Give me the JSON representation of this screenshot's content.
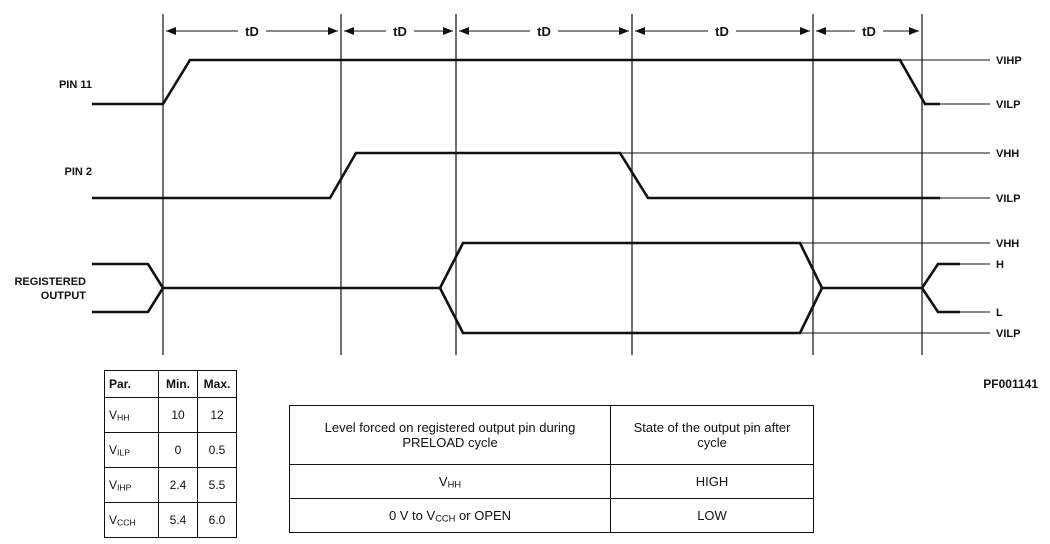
{
  "td_label": "tD",
  "signals": {
    "pin11": "PIN 11",
    "pin2": "PIN 2",
    "registered_line1": "REGISTERED",
    "registered_line2": "OUTPUT"
  },
  "levels": {
    "vihp": "VIHP",
    "vilp": "VILP",
    "vhh": "VHH",
    "high": "H",
    "low": "L"
  },
  "figure_code": "PF001141",
  "param_table": {
    "header": [
      "Par.",
      "Min.",
      "Max."
    ],
    "rows": [
      {
        "name": "V",
        "sub": "HH",
        "min": "10",
        "max": "12"
      },
      {
        "name": "V",
        "sub": "ILP",
        "min": "0",
        "max": "0.5"
      },
      {
        "name": "V",
        "sub": "IHP",
        "min": "2.4",
        "max": "5.5"
      },
      {
        "name": "V",
        "sub": "CCH",
        "min": "5.4",
        "max": "6.0"
      }
    ]
  },
  "preload_table": {
    "header_col1": "Level forced on registered output pin during PRELOAD cycle",
    "header_col2": "State of the output pin after cycle",
    "row1": {
      "col1_main": "V",
      "col1_sub": "HH",
      "col2": "HIGH"
    },
    "row2": {
      "col1_pre": "0 V to V",
      "col1_sub": "CCH",
      "col1_post": " or OPEN",
      "col2": "LOW"
    }
  }
}
